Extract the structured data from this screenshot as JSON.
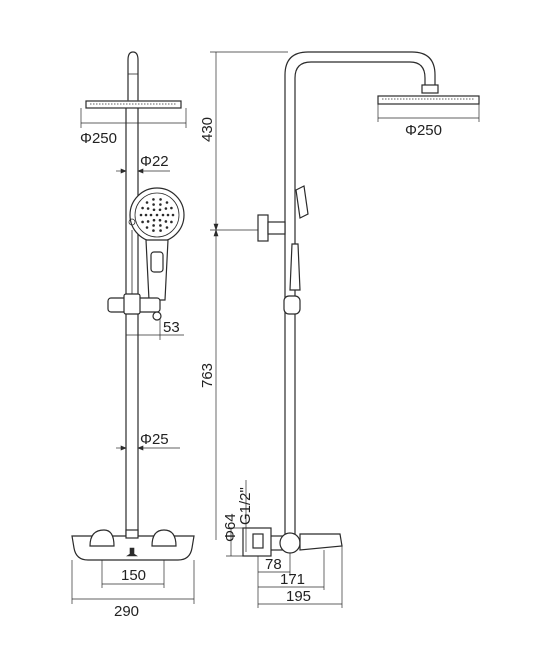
{
  "front_view": {
    "head_diameter": "Φ250",
    "pipe_diameter_upper": "Φ22",
    "holder_offset": "53",
    "pipe_diameter_lower": "Φ25",
    "mixer_spacing": "150",
    "mixer_width": "290"
  },
  "side_view": {
    "head_diameter": "Φ250",
    "upper_height": "430",
    "lower_height": "763",
    "cover_diameter": "Φ64",
    "thread_size": "G1/2\"",
    "depth_78": "78",
    "depth_171": "171",
    "depth_195": "195"
  }
}
